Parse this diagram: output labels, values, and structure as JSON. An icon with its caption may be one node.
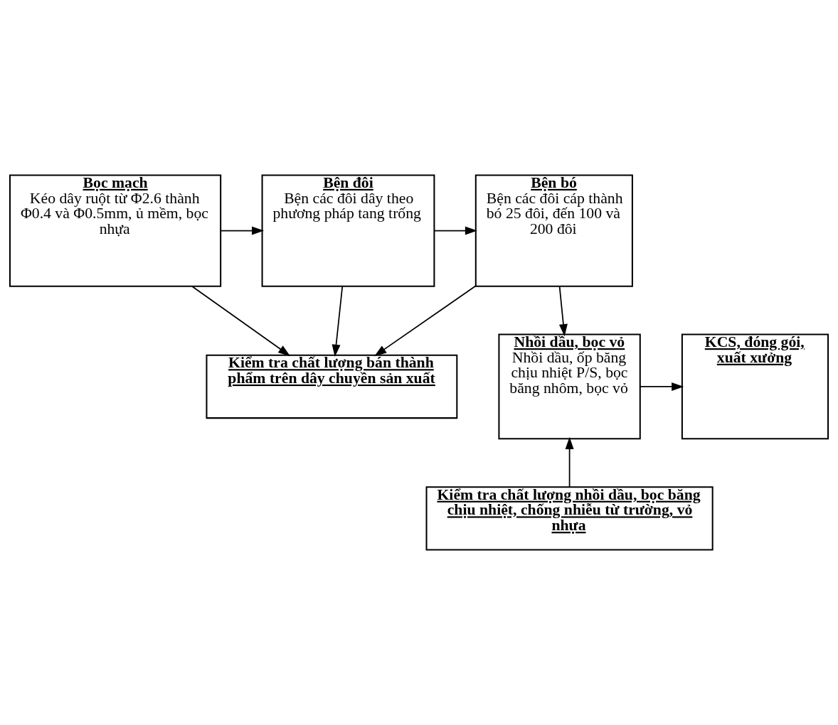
{
  "diagram": {
    "nodes": [
      {
        "text": [
          "Bọc mạch",
          "Kéo dây ruột từ Φ2.6 thành Φ0.4 và Φ0.5mm, ủ mềm, bọc nhựa"
        ]
      },
      {
        "text": [
          "Bện đôi",
          "Bện các đôi dây theo phương pháp tang trống"
        ]
      },
      {
        "text": [
          "Bện bó",
          "Bện các đôi cáp thành bó 25 đôi, đến 100 và 200 đôi"
        ]
      },
      {
        "text": [
          "Kiểm tra chất lượng bán thành phẩm trên dây chuyền sản xuất"
        ]
      },
      {
        "text": [
          "Nhồi dầu, bọc vỏ",
          "Nhồi dầu, ốp băng chịu nhiệt P/S, bọc băng nhôm, bọc vỏ"
        ]
      },
      {
        "text": [
          "KCS, đóng gói, xuất xưởng"
        ]
      },
      {
        "text": [
          "Kiểm tra chất lượng nhồi dầu, bọc băng chịu nhiệt, chống nhiễu từ trường, vỏ nhựa"
        ]
      }
    ],
    "edges": [
      {
        "from": 0,
        "to": 1,
        "arrow": "to"
      },
      {
        "from": 1,
        "to": 2,
        "arrow": "to"
      },
      {
        "from": 0,
        "to": 3,
        "arrow": "to"
      },
      {
        "from": 1,
        "to": 3,
        "arrow": "to"
      },
      {
        "from": 2,
        "to": 3,
        "arrow": "to"
      },
      {
        "from": 2,
        "to": 4,
        "arrow": "to"
      },
      {
        "from": 4,
        "to": 5,
        "arrow": "to"
      },
      {
        "from": 6,
        "to": 4,
        "arrow": "to"
      }
    ]
  }
}
